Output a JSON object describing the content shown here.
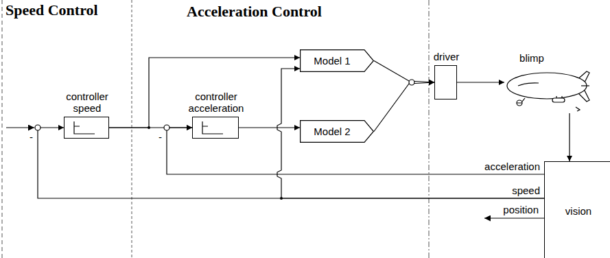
{
  "diagram": {
    "nodes": [
      {
        "text": [
          "controller speed"
        ]
      },
      {
        "text": [
          "controller acceleration"
        ]
      },
      {
        "text": [
          "Model 1"
        ]
      },
      {
        "text": [
          "Model 2"
        ]
      },
      {
        "text": [
          "driver"
        ]
      },
      {
        "text": [
          "blimp"
        ]
      },
      {
        "text": [
          "vision"
        ]
      }
    ],
    "edges": [
      {
        "from": 0,
        "to": 1,
        "arrow": "to"
      },
      {
        "from": 0,
        "to": 2,
        "arrow": "to"
      },
      {
        "from": 1,
        "to": 3,
        "arrow": "to"
      },
      {
        "from": 2,
        "to": 4,
        "arrow": "to"
      },
      {
        "from": 3,
        "to": 4,
        "arrow": "to"
      },
      {
        "from": 4,
        "to": 5,
        "arrow": "to"
      },
      {
        "from": 5,
        "to": 6,
        "arrow": "to"
      },
      {
        "from": 6,
        "to": 1,
        "label": "acceleration",
        "arrow": "to"
      },
      {
        "from": 6,
        "to": 0,
        "label": "speed",
        "arrow": "to"
      },
      {
        "from": 6,
        "to": 2,
        "arrow": "to"
      }
    ],
    "labels": [
      "Speed Control",
      "Acceleration Control",
      "-",
      "-",
      "position"
    ]
  }
}
